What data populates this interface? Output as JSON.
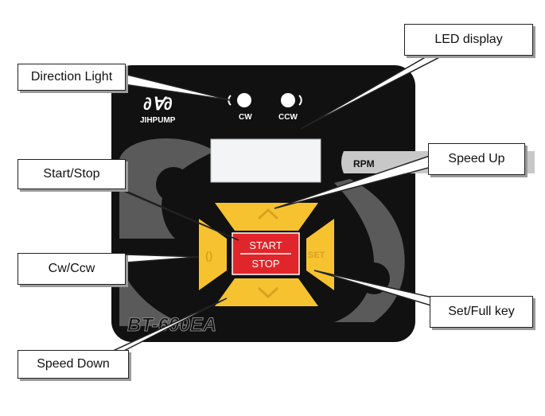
{
  "panel": {
    "brand": "JIHPUMP",
    "cw_label": "CW",
    "ccw_label": "CCW",
    "rpm_label": "RPM",
    "model": "BT-600EA",
    "start_label": "START",
    "stop_label": "STOP",
    "set_label": "SET"
  },
  "callouts": {
    "direction_light": "Direction Light",
    "led_display": "LED display",
    "start_stop": "Start/Stop",
    "speed_up": "Speed Up",
    "cw_ccw": "Cw/Ccw",
    "set_full_key": "Set/Full key",
    "speed_down": "Speed Down"
  },
  "colors": {
    "panel_bg": "#111111",
    "swirl": "#5a5a5a",
    "button_yellow": "#f7c22f",
    "start_red": "#e0262a",
    "led_screen": "#f2f4f5",
    "rpm_tab": "#c8c8c8"
  }
}
